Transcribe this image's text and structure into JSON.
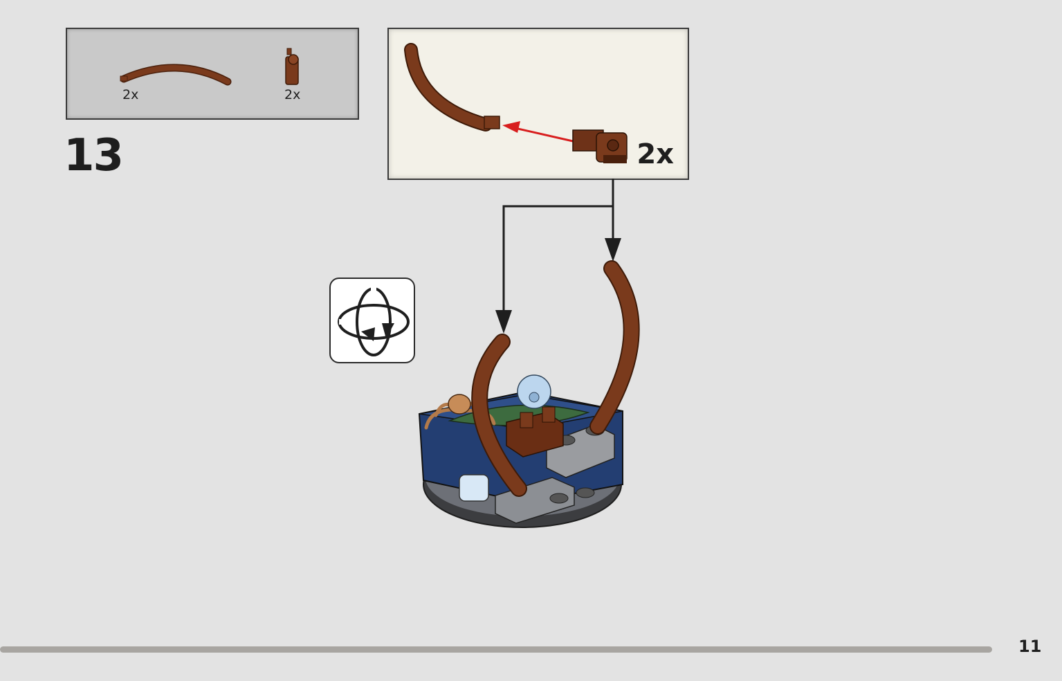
{
  "step": {
    "number": "13"
  },
  "parts_list": {
    "items": [
      {
        "icon": "curved-brown-tube-icon",
        "quantity": "2x"
      },
      {
        "icon": "brown-clip-connector-icon",
        "quantity": "2x"
      }
    ]
  },
  "sub_assembly": {
    "quantity": "2x"
  },
  "rotate_icon": "rotate-model-icon",
  "footer": {
    "page_number": "11",
    "progress": 1.0
  },
  "colors": {
    "background": "#e3e3e3",
    "parts_box": "#c9c9c9",
    "sub_box": "#f3f1e8",
    "brown": "#7a3a1c",
    "red_arrow": "#d81e1e"
  }
}
